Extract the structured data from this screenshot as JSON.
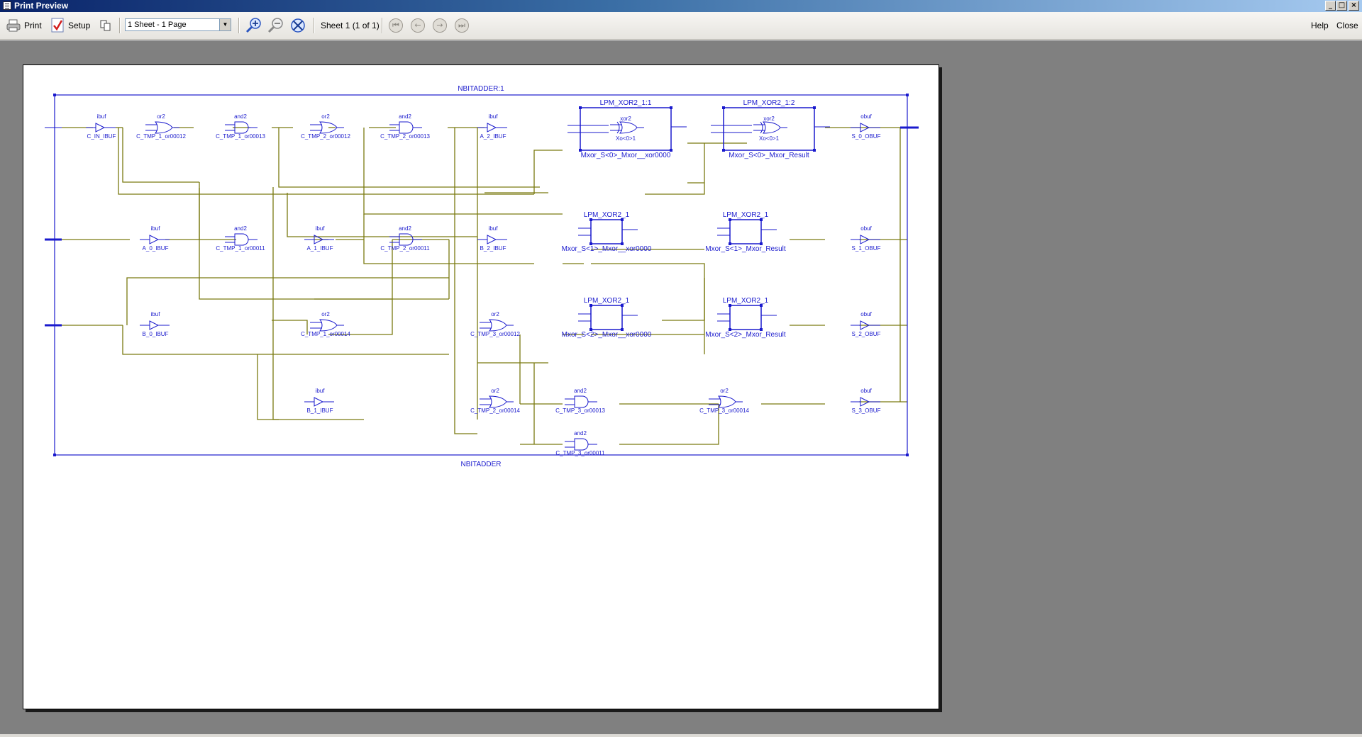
{
  "window": {
    "title": "Print Preview"
  },
  "toolbar": {
    "print_label": "Print",
    "setup_label": "Setup",
    "sheet_select": "1 Sheet - 1 Page",
    "sheet_info": "Sheet 1 (1 of 1)",
    "help_label": "Help",
    "close_label": "Close"
  },
  "schematic": {
    "top_title": "NBITADDER:1",
    "bottom_title": "NBITADDER",
    "components": [
      {
        "type": "ibuf",
        "name": "C_IN_IBUF"
      },
      {
        "type": "or2",
        "name": "C_TMP_1_or00012"
      },
      {
        "type": "and2",
        "name": "C_TMP_1_or00013"
      },
      {
        "type": "or2",
        "name": "C_TMP_2_or00012"
      },
      {
        "type": "and2",
        "name": "C_TMP_2_or00013"
      },
      {
        "type": "ibuf",
        "name": "A_2_IBUF"
      },
      {
        "type": "obuf",
        "name": "S_0_OBUF"
      },
      {
        "type": "ibuf",
        "name": "A_0_IBUF"
      },
      {
        "type": "and2",
        "name": "C_TMP_1_or00011"
      },
      {
        "type": "ibuf",
        "name": "A_1_IBUF"
      },
      {
        "type": "and2",
        "name": "C_TMP_2_or00011"
      },
      {
        "type": "ibuf",
        "name": "B_2_IBUF"
      },
      {
        "type": "obuf",
        "name": "S_1_OBUF"
      },
      {
        "type": "ibuf",
        "name": "B_0_IBUF"
      },
      {
        "type": "or2",
        "name": "C_TMP_1_or00014"
      },
      {
        "type": "or2",
        "name": "C_TMP_3_or00012"
      },
      {
        "type": "obuf",
        "name": "S_2_OBUF"
      },
      {
        "type": "ibuf",
        "name": "B_1_IBUF"
      },
      {
        "type": "or2",
        "name": "C_TMP_2_or00014"
      },
      {
        "type": "and2",
        "name": "C_TMP_3_or00013"
      },
      {
        "type": "or2",
        "name": "C_TMP_3_or00014"
      },
      {
        "type": "obuf",
        "name": "S_3_OBUF"
      },
      {
        "type": "and2",
        "name": "C_TMP_3_or00011"
      }
    ],
    "xor_blocks": [
      {
        "title": "LPM_XOR2_1:1",
        "inner": "xor2",
        "inner_name": "Xo<0>1",
        "name": "Mxor_S<0>_Mxor__xor0000"
      },
      {
        "title": "LPM_XOR2_1:2",
        "inner": "xor2",
        "inner_name": "Xo<0>1",
        "name": "Mxor_S<0>_Mxor_Result"
      },
      {
        "title": "LPM_XOR2_1",
        "name": "Mxor_S<1>_Mxor__xor0000"
      },
      {
        "title": "LPM_XOR2_1",
        "name": "Mxor_S<1>_Mxor_Result"
      },
      {
        "title": "LPM_XOR2_1",
        "name": "Mxor_S<2>_Mxor__xor0000"
      },
      {
        "title": "LPM_XOR2_1",
        "name": "Mxor_S<2>_Mxor_Result"
      }
    ]
  },
  "colors": {
    "schematic": "#1a1acd",
    "wire": "#7a7a10",
    "canvas": "#808080"
  }
}
